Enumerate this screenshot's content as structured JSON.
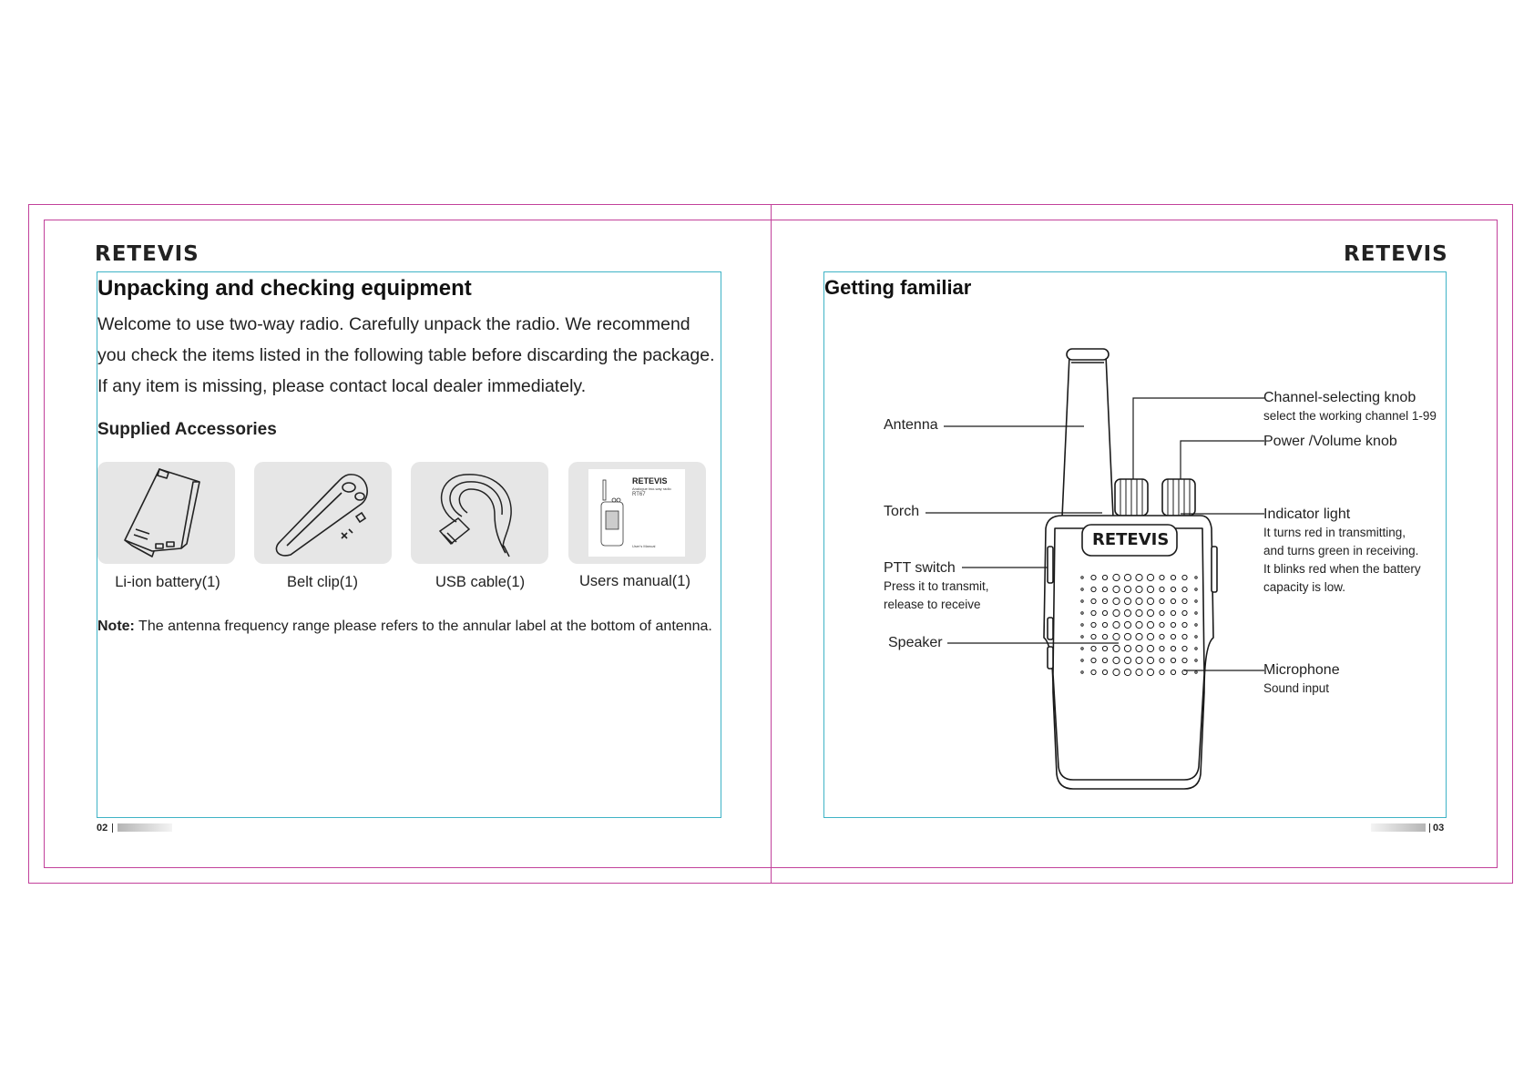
{
  "brand": "RETEVIS",
  "left_page": {
    "title": "Unpacking and checking equipment",
    "intro_lines": [
      "Welcome to use two-way radio. Carefully unpack the radio. We recommend",
      "you check the items listed in the following table before discarding the package.",
      "If any item is missing, please contact local dealer immediately."
    ],
    "accessories_heading": "Supplied Accessories",
    "accessories": [
      {
        "label": "Li-ion battery(1)",
        "icon": "battery-icon"
      },
      {
        "label": "Belt clip(1)",
        "icon": "belt-clip-icon"
      },
      {
        "label": "USB cable(1)",
        "icon": "usb-cable-icon"
      },
      {
        "label": "Users manual(1)",
        "icon": "manual-icon"
      }
    ],
    "manual_cover": {
      "brand": "RETEVIS",
      "line1": "Analogue two-way radio",
      "model": "RT67",
      "footer": "User's Manual"
    },
    "note_label": "Note:",
    "note_text": " The antenna frequency range please refers to the annular label at the bottom of antenna.",
    "page_number": "02"
  },
  "right_page": {
    "title": "Getting familiar",
    "radio_brand": "RETEVIS",
    "labels": {
      "antenna": "Antenna",
      "torch": "Torch",
      "ptt": "PTT switch",
      "ptt_desc_1": "Press it to transmit,",
      "ptt_desc_2": "release to receive",
      "speaker": "Speaker",
      "channel_knob": "Channel-selecting knob",
      "channel_desc": "select the working channel 1-99",
      "power_knob": "Power /Volume knob",
      "indicator": "Indicator light",
      "indicator_desc_1": "It turns red in transmitting,",
      "indicator_desc_2": "and turns green in receiving.",
      "indicator_desc_3": "It blinks red when the battery",
      "indicator_desc_4": "capacity is low.",
      "microphone": "Microphone",
      "microphone_desc": "Sound input"
    },
    "page_number": "03"
  },
  "colors": {
    "crop_frame": "#c2419b",
    "content_frame": "#3fb3c6",
    "card_bg": "#e6e6e6"
  }
}
